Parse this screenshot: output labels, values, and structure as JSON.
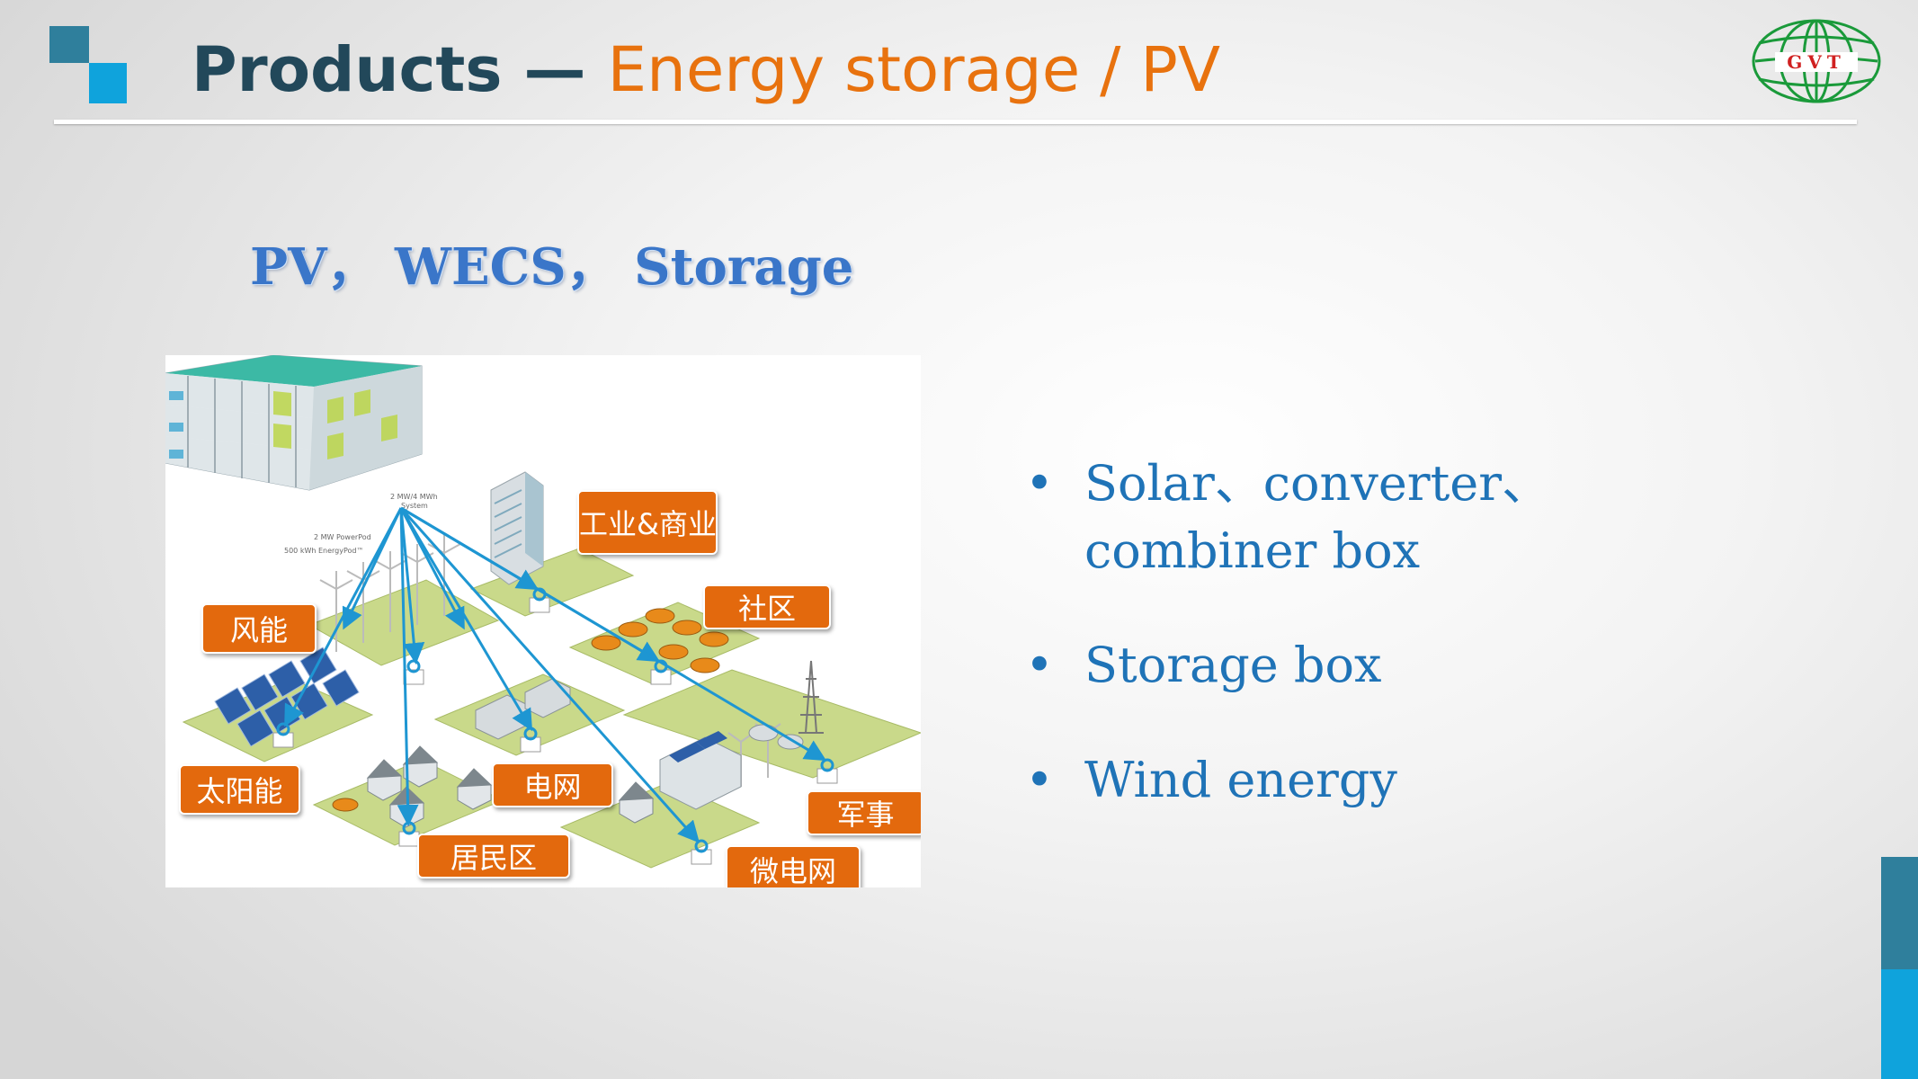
{
  "header": {
    "title_main": "Products",
    "title_dash": " — ",
    "title_sub": "Energy storage / PV"
  },
  "logo": {
    "text": "GVT"
  },
  "subtitle": "PV， WECS， Storage",
  "diagram": {
    "tags": {
      "industrial": "工业&商业",
      "community": "社区",
      "wind": "风能",
      "solar": "太阳能",
      "grid": "电网",
      "military": "军事",
      "residential": "居民区",
      "microgrid": "微电网"
    },
    "system_labels": [
      "2 MW/4 MWh",
      "System",
      "2 MW PowerPod",
      "500 kWh EnergyPod™"
    ]
  },
  "bullets": [
    {
      "marker": "•",
      "text_line1": "Solar、converter、",
      "text_line2": "combiner box"
    },
    {
      "marker": "•",
      "text_line1": "Storage box"
    },
    {
      "marker": "•",
      "text_line1": "Wind energy"
    }
  ],
  "colors": {
    "accent_dark": "#2f7f9c",
    "accent_light": "#0fa3dc",
    "title_dark": "#22485a",
    "title_orange": "#e8720e",
    "tag_orange": "#e3690d",
    "bullet_blue": "#1f73b7",
    "logo_green": "#1a9a3a",
    "logo_red": "#d02020"
  }
}
